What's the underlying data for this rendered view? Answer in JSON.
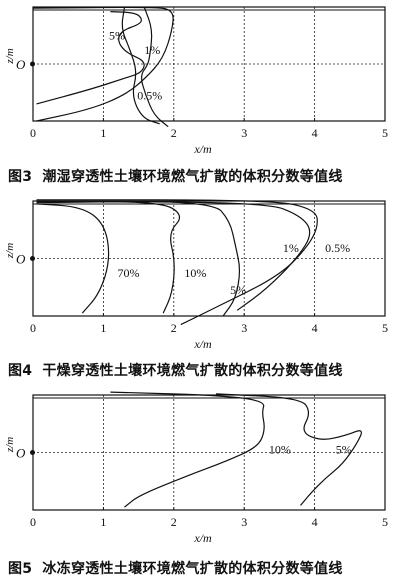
{
  "chart_data": [
    {
      "type": "contour",
      "caption_num": "图3",
      "caption_text": "潮湿穿透性土壤环境燃气扩散的体积分数等值线",
      "xlabel": "x/m",
      "ylabel": "z/m",
      "origin_label": "O",
      "xlim": [
        0,
        5
      ],
      "xticks": [
        "0",
        "1",
        "2",
        "3",
        "4",
        "5"
      ],
      "grid": "dashed",
      "contours": [
        {
          "label": "5%",
          "label_at": [
            1.08,
            0.5
          ],
          "points": [
            [
              1.3,
              1.0
            ],
            [
              1.25,
              0.62
            ],
            [
              1.38,
              0.25
            ],
            [
              1.48,
              -0.15
            ],
            [
              1.4,
              -0.55
            ],
            [
              1.55,
              -0.95
            ],
            [
              1.8,
              -1.05
            ]
          ]
        },
        {
          "label": "1%",
          "label_at": [
            1.58,
            0.25
          ],
          "points": [
            [
              1.58,
              1.0
            ],
            [
              1.7,
              0.6
            ],
            [
              1.66,
              0.15
            ],
            [
              1.63,
              -0.02
            ],
            [
              1.52,
              -0.2
            ],
            [
              1.6,
              -0.55
            ],
            [
              1.72,
              -0.9
            ],
            [
              1.92,
              -1.1
            ]
          ]
        },
        {
          "label": "0.5%",
          "label_at": [
            1.48,
            -0.55
          ],
          "points": [
            [
              1.1,
              0.92
            ],
            [
              1.45,
              0.9
            ],
            [
              1.55,
              0.8
            ],
            [
              1.52,
              0.7
            ],
            [
              1.25,
              0.58
            ],
            [
              1.2,
              0.4
            ],
            [
              1.32,
              0.2
            ],
            [
              1.6,
              0.05
            ],
            [
              1.55,
              -0.15
            ],
            [
              1.3,
              -0.25
            ],
            [
              0.8,
              -0.45
            ],
            [
              0.05,
              -0.7
            ]
          ]
        },
        {
          "label": "",
          "label_at": null,
          "points": [
            [
              0.0,
              0.98
            ],
            [
              1.7,
              1.0
            ],
            [
              2.0,
              0.95
            ],
            [
              1.98,
              0.6
            ],
            [
              1.85,
              0.1
            ],
            [
              1.6,
              -0.25
            ],
            [
              1.3,
              -0.55
            ],
            [
              0.8,
              -0.8
            ],
            [
              0.05,
              -1.0
            ]
          ]
        }
      ]
    },
    {
      "type": "contour",
      "caption_num": "图4",
      "caption_text": "干燥穿透性土壤环境燃气扩散的体积分数等值线",
      "xlabel": "x/m",
      "ylabel": "z/m",
      "origin_label": "O",
      "xlim": [
        0,
        5
      ],
      "xticks": [
        "0",
        "1",
        "2",
        "3",
        "4",
        "5"
      ],
      "grid": "dashed",
      "contours": [
        {
          "label": "70%",
          "label_at": [
            1.2,
            -0.25
          ],
          "points": [
            [
              0.05,
              0.95
            ],
            [
              0.7,
              0.9
            ],
            [
              1.02,
              0.6
            ],
            [
              1.1,
              0.0
            ],
            [
              0.95,
              -0.6
            ],
            [
              0.7,
              -0.95
            ]
          ]
        },
        {
          "label": "10%",
          "label_at": [
            2.15,
            -0.25
          ],
          "points": [
            [
              0.05,
              0.97
            ],
            [
              1.8,
              1.0
            ],
            [
              2.15,
              0.75
            ],
            [
              1.92,
              0.45
            ],
            [
              2.02,
              -0.05
            ],
            [
              1.98,
              -0.6
            ],
            [
              1.85,
              -0.95
            ]
          ]
        },
        {
          "label": "5%",
          "label_at": [
            2.8,
            -0.55
          ],
          "points": [
            [
              0.05,
              1.0
            ],
            [
              2.55,
              1.0
            ],
            [
              2.8,
              0.65
            ],
            [
              2.88,
              0.2
            ],
            [
              2.95,
              -0.2
            ],
            [
              2.88,
              -0.7
            ],
            [
              2.7,
              -1.0
            ]
          ]
        },
        {
          "label": "1%",
          "label_at": [
            3.55,
            0.18
          ],
          "points": [
            [
              0.05,
              0.99
            ],
            [
              3.3,
              0.98
            ],
            [
              3.8,
              0.75
            ],
            [
              3.98,
              0.45
            ],
            [
              3.75,
              0.0
            ],
            [
              3.3,
              -0.55
            ],
            [
              2.9,
              -0.9
            ]
          ]
        },
        {
          "label": "0.5%",
          "label_at": [
            4.15,
            0.18
          ],
          "points": [
            [
              0.05,
              1.02
            ],
            [
              3.4,
              1.02
            ],
            [
              4.02,
              0.85
            ],
            [
              4.05,
              0.55
            ],
            [
              3.9,
              0.2
            ],
            [
              3.5,
              -0.3
            ],
            [
              2.6,
              -0.85
            ],
            [
              2.1,
              -1.15
            ]
          ]
        }
      ]
    },
    {
      "type": "contour",
      "caption_num": "图5",
      "caption_text": "冰冻穿透性土壤环境燃气扩散的体积分数等值线",
      "xlabel": "x/m",
      "ylabel": "z/m",
      "origin_label": "O",
      "xlim": [
        0,
        5
      ],
      "xticks": [
        "0",
        "1",
        "2",
        "3",
        "4",
        "5"
      ],
      "grid": "dashed",
      "contours": [
        {
          "label": "10%",
          "label_at": [
            3.35,
            0.05
          ],
          "points": [
            [
              1.1,
              1.05
            ],
            [
              2.6,
              1.0
            ],
            [
              3.3,
              0.9
            ],
            [
              3.25,
              0.7
            ],
            [
              3.3,
              0.4
            ],
            [
              3.2,
              0.1
            ],
            [
              2.75,
              -0.15
            ],
            [
              2.2,
              -0.4
            ],
            [
              1.5,
              -0.75
            ],
            [
              1.3,
              -0.95
            ]
          ]
        },
        {
          "label": "5%",
          "label_at": [
            4.3,
            0.05
          ],
          "points": [
            [
              2.6,
              1.02
            ],
            [
              3.8,
              0.95
            ],
            [
              3.95,
              0.7
            ],
            [
              3.8,
              0.35
            ],
            [
              4.1,
              0.2
            ],
            [
              4.45,
              0.3
            ],
            [
              4.7,
              0.42
            ],
            [
              4.6,
              0.15
            ],
            [
              4.4,
              -0.2
            ],
            [
              4.15,
              -0.45
            ],
            [
              3.95,
              -0.7
            ],
            [
              3.8,
              -0.92
            ]
          ]
        }
      ]
    }
  ]
}
